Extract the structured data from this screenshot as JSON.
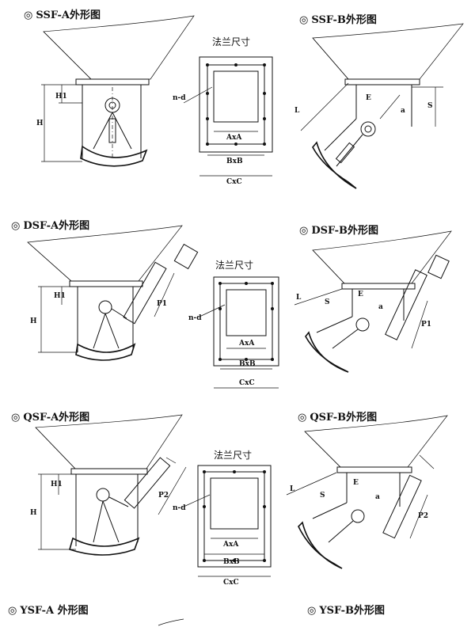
{
  "titles": {
    "ssf_a": "SSF-A外形图",
    "ssf_b": "SSF-B外形图",
    "dsf_a": "DSF-A外形图",
    "dsf_b": "DSF-B外形图",
    "qsf_a": "QSF-A外形图",
    "qsf_b": "QSF-B外形图",
    "ysf_a": "YSF-A 外形图",
    "ysf_b": "YSF-B外形图"
  },
  "bullet": "◎",
  "flange_title": "法兰尺寸",
  "labels": {
    "H": "H",
    "H1": "H1",
    "L": "L",
    "S": "S",
    "E": "E",
    "a": "a",
    "P1": "P1",
    "P2": "P2",
    "nd": "n-d",
    "AxA": "AxA",
    "BxB": "BxB",
    "CxC": "CxC"
  }
}
